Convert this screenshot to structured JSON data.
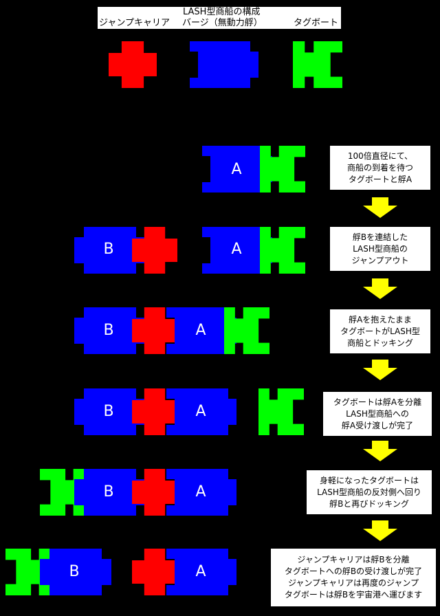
{
  "legend": {
    "title": "LASH型商船の構成",
    "jump_carrier": "ジャンプキャリア",
    "barge": "バージ（無動力艀）",
    "tugboat": "タグボート"
  },
  "barge_labels": {
    "a": "A",
    "b": "B"
  },
  "steps": [
    {
      "lines": [
        "100倍直径にて、",
        "商船の到着を待つ",
        "タグボートと艀A"
      ]
    },
    {
      "lines": [
        "艀Bを連結した",
        "LASH型商船の",
        "ジャンプアウト"
      ]
    },
    {
      "lines": [
        "艀Aを抱えたまま",
        "タグボートがLASH型",
        "商船とドッキング"
      ]
    },
    {
      "lines": [
        "タグボートは艀Aを分離",
        "LASH型商船への",
        "艀A受け渡しが完了"
      ]
    },
    {
      "lines": [
        "身軽になったタグボートは",
        "LASH型商船の反対側へ回り",
        "艀Bと再びドッキング"
      ]
    },
    {
      "lines": [
        "ジャンプキャリアは艀Bを分離",
        "タグボートへの艀Bの受け渡しが完了",
        "ジャンプキャリアは再度のジャンプ",
        "タグボートは艀Bを宇宙港へ運びます"
      ]
    }
  ],
  "colors": {
    "jump_carrier": "#ff0000",
    "barge": "#0000ff",
    "tugboat": "#00ff00",
    "arrow": "#ffff00",
    "background": "#000000"
  }
}
